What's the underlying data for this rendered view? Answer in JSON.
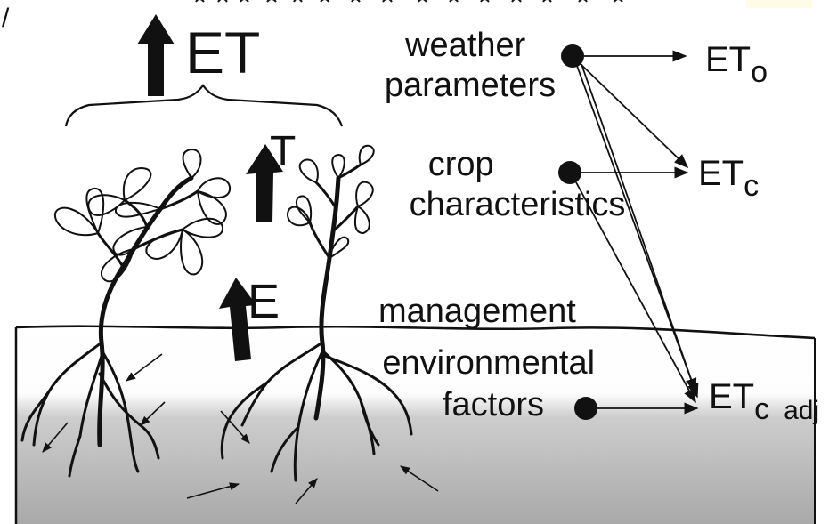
{
  "top_fragment": {
    "left_mark": "/",
    "clipped_text": "..."
  },
  "flux_labels": {
    "et": "ET",
    "t": "T",
    "e": "E"
  },
  "factors": {
    "weather": [
      "weather",
      "parameters"
    ],
    "crop": [
      "crop",
      "characteristics"
    ],
    "management": "management",
    "environmental": [
      "environmental",
      "factors"
    ]
  },
  "outputs": {
    "eto": {
      "base": "ET",
      "sub": "o"
    },
    "etc": {
      "base": "ET",
      "sub": "c"
    },
    "etc_adj": {
      "base": "ET",
      "sub": "c",
      "suffix": "adj"
    }
  },
  "colors": {
    "ink": "#111111",
    "soil_top": "#ffffff",
    "soil_bottom": "#a9a9a9",
    "highlight": "#fffbe6"
  }
}
